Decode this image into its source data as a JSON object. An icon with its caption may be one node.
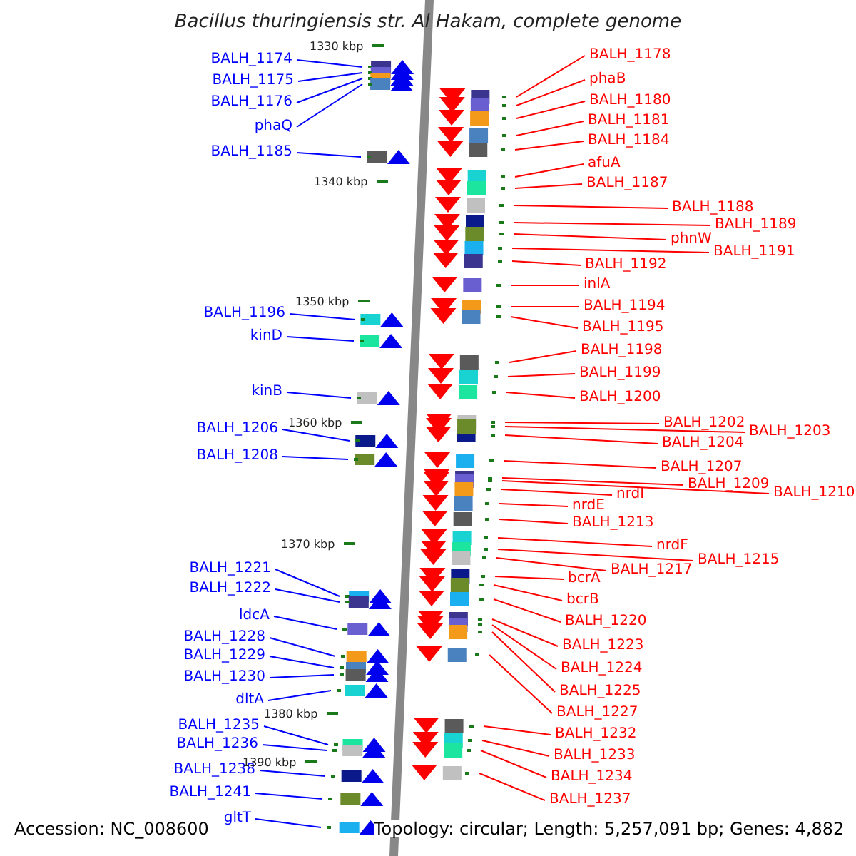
{
  "diagram": {
    "title": "Bacillus thuringiensis str. Al Hakam, complete genome",
    "nodes": [
      {
        "text": [
          "BALH_1174"
        ]
      },
      {
        "text": [
          "BALH_1175"
        ]
      },
      {
        "text": [
          "BALH_1176"
        ]
      },
      {
        "text": [
          "phaQ"
        ]
      },
      {
        "text": [
          "BALH_1185"
        ]
      },
      {
        "text": [
          "BALH_1196"
        ]
      },
      {
        "text": [
          "kinD"
        ]
      },
      {
        "text": [
          "kinB"
        ]
      },
      {
        "text": [
          "BALH_1206"
        ]
      },
      {
        "text": [
          "BALH_1208"
        ]
      },
      {
        "text": [
          "BALH_1221"
        ]
      },
      {
        "text": [
          "BALH_1222"
        ]
      },
      {
        "text": [
          "ldcA"
        ]
      },
      {
        "text": [
          "BALH_1228"
        ]
      },
      {
        "text": [
          "BALH_1229"
        ]
      },
      {
        "text": [
          "BALH_1230"
        ]
      },
      {
        "text": [
          "dltA"
        ]
      },
      {
        "text": [
          "BALH_1235"
        ]
      },
      {
        "text": [
          "BALH_1236"
        ]
      },
      {
        "text": [
          "BALH_1238"
        ]
      },
      {
        "text": [
          "BALH_1241"
        ]
      },
      {
        "text": [
          "gltT"
        ]
      },
      {
        "text": [
          "BALH_1178"
        ]
      },
      {
        "text": [
          "phaB"
        ]
      },
      {
        "text": [
          "BALH_1180"
        ]
      },
      {
        "text": [
          "BALH_1181"
        ]
      },
      {
        "text": [
          "BALH_1184"
        ]
      },
      {
        "text": [
          "afuA"
        ]
      },
      {
        "text": [
          "BALH_1187"
        ]
      },
      {
        "text": [
          "BALH_1188"
        ]
      },
      {
        "text": [
          "BALH_1189"
        ]
      },
      {
        "text": [
          "phnW"
        ]
      },
      {
        "text": [
          "BALH_1191"
        ]
      },
      {
        "text": [
          "BALH_1192"
        ]
      },
      {
        "text": [
          "inlA"
        ]
      },
      {
        "text": [
          "BALH_1194"
        ]
      },
      {
        "text": [
          "BALH_1195"
        ]
      },
      {
        "text": [
          "BALH_1198"
        ]
      },
      {
        "text": [
          "BALH_1199"
        ]
      },
      {
        "text": [
          "BALH_1200"
        ]
      },
      {
        "text": [
          "BALH_1202"
        ]
      },
      {
        "text": [
          "BALH_1204"
        ]
      },
      {
        "text": [
          "BALH_1203"
        ]
      },
      {
        "text": [
          "BALH_1207"
        ]
      },
      {
        "text": [
          "BALH_1209"
        ]
      },
      {
        "text": [
          "BALH_1210"
        ]
      },
      {
        "text": [
          "nrdI"
        ]
      },
      {
        "text": [
          "nrdE"
        ]
      },
      {
        "text": [
          "BALH_1213"
        ]
      },
      {
        "text": [
          "nrdF"
        ]
      },
      {
        "text": [
          "BALH_1215"
        ]
      },
      {
        "text": [
          "BALH_1217"
        ]
      },
      {
        "text": [
          "bcrA"
        ]
      },
      {
        "text": [
          "bcrB"
        ]
      },
      {
        "text": [
          "BALH_1220"
        ]
      },
      {
        "text": [
          "BALH_1223"
        ]
      },
      {
        "text": [
          "BALH_1224"
        ]
      },
      {
        "text": [
          "BALH_1225"
        ]
      },
      {
        "text": [
          "BALH_1227"
        ]
      },
      {
        "text": [
          "BALH_1232"
        ]
      },
      {
        "text": [
          "BALH_1233"
        ]
      },
      {
        "text": [
          "BALH_1234"
        ]
      },
      {
        "text": [
          "BALH_1237"
        ]
      }
    ],
    "edges": [
      {
        "from": 0,
        "to": null,
        "arrow": "none",
        "color": "#0000ff"
      },
      {
        "from": 1,
        "to": null,
        "arrow": "none",
        "color": "#0000ff"
      },
      {
        "from": 2,
        "to": null,
        "arrow": "none",
        "color": "#0000ff"
      },
      {
        "from": 3,
        "to": null,
        "arrow": "none",
        "color": "#0000ff"
      },
      {
        "from": 4,
        "to": null,
        "arrow": "none",
        "color": "#0000ff"
      },
      {
        "from": 5,
        "to": null,
        "arrow": "none",
        "color": "#0000ff"
      },
      {
        "from": 6,
        "to": null,
        "arrow": "none",
        "color": "#0000ff"
      },
      {
        "from": 7,
        "to": null,
        "arrow": "none",
        "color": "#0000ff"
      },
      {
        "from": 8,
        "to": null,
        "arrow": "none",
        "color": "#0000ff"
      },
      {
        "from": 9,
        "to": null,
        "arrow": "none",
        "color": "#0000ff"
      },
      {
        "from": 10,
        "to": null,
        "arrow": "none",
        "color": "#0000ff"
      },
      {
        "from": 11,
        "to": null,
        "arrow": "none",
        "color": "#0000ff"
      },
      {
        "from": 12,
        "to": null,
        "arrow": "none",
        "color": "#0000ff"
      },
      {
        "from": 13,
        "to": null,
        "arrow": "none",
        "color": "#0000ff"
      },
      {
        "from": 14,
        "to": null,
        "arrow": "none",
        "color": "#0000ff"
      },
      {
        "from": 15,
        "to": null,
        "arrow": "none",
        "color": "#0000ff"
      },
      {
        "from": 16,
        "to": null,
        "arrow": "none",
        "color": "#0000ff"
      },
      {
        "from": 17,
        "to": null,
        "arrow": "none",
        "color": "#0000ff"
      },
      {
        "from": 18,
        "to": null,
        "arrow": "none",
        "color": "#0000ff"
      },
      {
        "from": 19,
        "to": null,
        "arrow": "none",
        "color": "#0000ff"
      },
      {
        "from": 20,
        "to": null,
        "arrow": "none",
        "color": "#0000ff"
      },
      {
        "from": 21,
        "to": null,
        "arrow": "none",
        "color": "#0000ff"
      },
      {
        "from": 22,
        "to": null,
        "arrow": "none"
      },
      {
        "from": 23,
        "to": null,
        "arrow": "none"
      },
      {
        "from": 24,
        "to": null,
        "arrow": "none"
      },
      {
        "from": 25,
        "to": null,
        "arrow": "none"
      },
      {
        "from": 26,
        "to": null,
        "arrow": "none"
      },
      {
        "from": 27,
        "to": null,
        "arrow": "none"
      },
      {
        "from": 28,
        "to": null,
        "arrow": "none"
      },
      {
        "from": 29,
        "to": null,
        "arrow": "none"
      },
      {
        "from": 30,
        "to": null,
        "arrow": "none"
      },
      {
        "from": 31,
        "to": null,
        "arrow": "none"
      },
      {
        "from": 32,
        "to": null,
        "arrow": "none"
      },
      {
        "from": 33,
        "to": null,
        "arrow": "none"
      },
      {
        "from": 34,
        "to": null,
        "arrow": "none"
      },
      {
        "from": 35,
        "to": null,
        "arrow": "none"
      },
      {
        "from": 36,
        "to": null,
        "arrow": "none"
      },
      {
        "from": 37,
        "to": null,
        "arrow": "none"
      },
      {
        "from": 38,
        "to": null,
        "arrow": "none"
      },
      {
        "from": 39,
        "to": null,
        "arrow": "none"
      },
      {
        "from": 40,
        "to": null,
        "arrow": "none"
      },
      {
        "from": 41,
        "to": null,
        "arrow": "none"
      },
      {
        "from": 42,
        "to": null,
        "arrow": "none"
      },
      {
        "from": 43,
        "to": null,
        "arrow": "none"
      },
      {
        "from": 44,
        "to": null,
        "arrow": "none"
      },
      {
        "from": 45,
        "to": null,
        "arrow": "none"
      },
      {
        "from": 46,
        "to": null,
        "arrow": "none"
      },
      {
        "from": 47,
        "to": null,
        "arrow": "none"
      },
      {
        "from": 48,
        "to": null,
        "arrow": "none"
      },
      {
        "from": 49,
        "to": null,
        "arrow": "none"
      },
      {
        "from": 50,
        "to": null,
        "arrow": "none"
      },
      {
        "from": 51,
        "to": null,
        "arrow": "none"
      },
      {
        "from": 52,
        "to": null,
        "arrow": "none"
      },
      {
        "from": 53,
        "to": null,
        "arrow": "none"
      },
      {
        "from": 54,
        "to": null,
        "arrow": "none"
      },
      {
        "from": 55,
        "to": null,
        "arrow": "none"
      },
      {
        "from": 56,
        "to": null,
        "arrow": "none"
      },
      {
        "from": 57,
        "to": null,
        "arrow": "none"
      },
      {
        "from": 58,
        "to": null,
        "arrow": "none"
      },
      {
        "from": 59,
        "to": null,
        "arrow": "none"
      },
      {
        "from": 60,
        "to": null,
        "arrow": "none"
      },
      {
        "from": 61,
        "to": null,
        "arrow": "none"
      },
      {
        "from": 62,
        "to": null,
        "arrow": "none"
      }
    ],
    "labels": [
      "1330 kbp",
      "1340 kbp",
      "1350 kbp",
      "1360 kbp",
      "1370 kbp",
      "1380 kbp",
      "1390 kbp",
      "Accession: NC_008600",
      "Topology: circular; Length: 5,257,091 bp; Genes: 4,882"
    ]
  }
}
